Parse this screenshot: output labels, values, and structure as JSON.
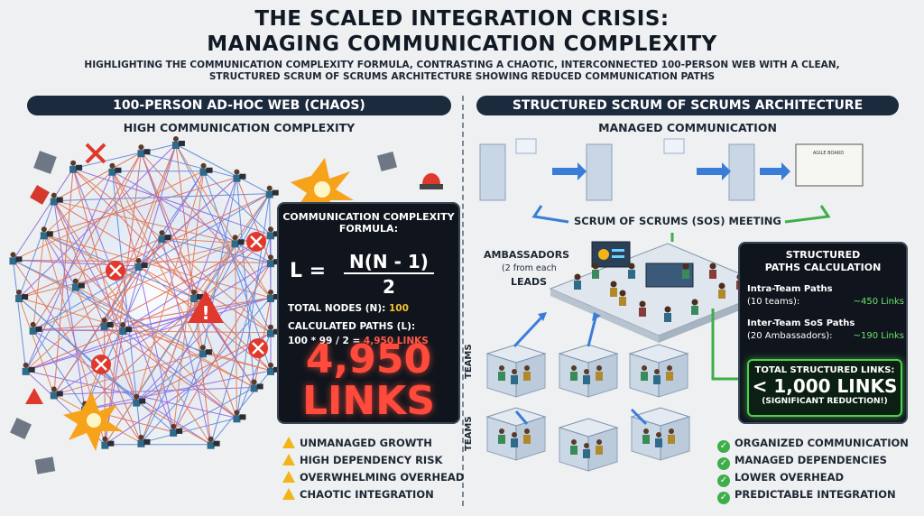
{
  "header": {
    "title_line1": "The Scaled Integration Crisis:",
    "title_line2": "Managing Communication Complexity",
    "subtitle": "Highlighting the communication complexity formula, contrasting a chaotic, interconnected 100-person web with a clean, structured Scrum of Scrums architecture showing reduced communication paths"
  },
  "left": {
    "banner": "100-Person Ad-Hoc Web (Chaos)",
    "heading": "High Communication Complexity",
    "formula_panel": {
      "heading": "Communication Complexity Formula:",
      "lhs": "L =",
      "numerator": "N(N - 1)",
      "denominator": "2",
      "nodes_label": "Total Nodes (N):",
      "nodes_value": "100",
      "paths_label": "Calculated Paths (L):",
      "calc_prefix": "100 * 99 / 2 =",
      "calc_value": "4,950 Links",
      "big_number": "4,950",
      "big_unit": "LINKS"
    },
    "risks": [
      "Unmanaged Growth",
      "High Dependency Risk",
      "Overwhelming Overhead",
      "Chaotic Integration"
    ]
  },
  "right": {
    "banner": "Structured Scrum of Scrums Architecture",
    "heading": "Managed Communication",
    "sos_label": "Scrum of Scrums (SoS) Meeting",
    "agile_board": "AGILE BOARD",
    "ambassadors_title": "Ambassadors",
    "ambassadors_detail": "(2 from each",
    "ambassadors_leads": "Leads",
    "teams_label": "Teams",
    "panel": {
      "heading_line1": "Structured",
      "heading_line2": "Paths Calculation",
      "intra_label": "Intra-Team Paths",
      "intra_detail": "(10 teams):",
      "intra_value": "~450 Links",
      "inter_label": "Inter-Team SoS Paths",
      "inter_detail": "(20 Ambassadors):",
      "inter_value": "~190 Links",
      "total_label": "Total Structured Links:",
      "total_value": "< 1,000 LINKS",
      "total_note": "(Significant Reduction!)"
    },
    "benefits": [
      "Organized Communication",
      "Managed Dependencies",
      "Lower Overhead",
      "Predictable Integration"
    ]
  },
  "colors": {
    "dark_panel": "#10151d",
    "alert_red": "#ff4a3c",
    "success_green": "#4dd14d",
    "warning_yellow": "#f2b517",
    "banner_navy": "#1b2a3d"
  }
}
